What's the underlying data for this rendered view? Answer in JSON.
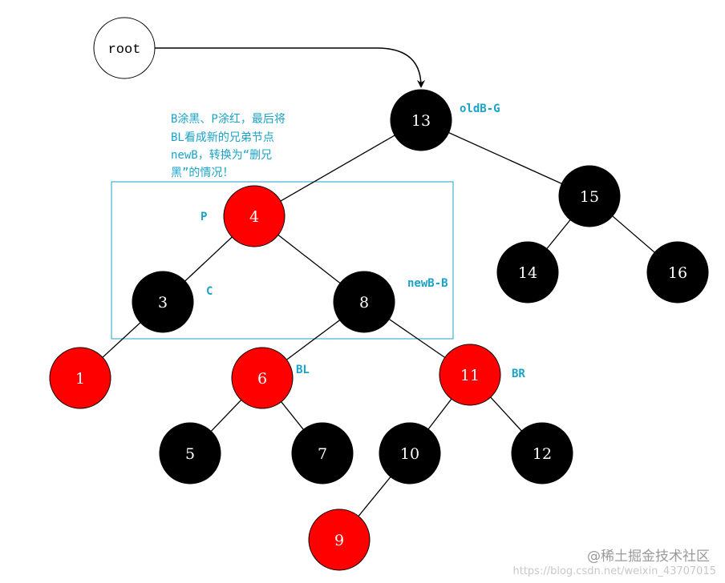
{
  "root_label": "root",
  "colors": {
    "black_node": "#000000",
    "red_node": "#ff0000",
    "annotation": "#1aa3c8",
    "box": "#1aa3c8",
    "edge": "#000000"
  },
  "nodes": [
    {
      "id": "n13",
      "label": "13",
      "color": "black"
    },
    {
      "id": "n4",
      "label": "4",
      "color": "red"
    },
    {
      "id": "n15",
      "label": "15",
      "color": "black"
    },
    {
      "id": "n14",
      "label": "14",
      "color": "black"
    },
    {
      "id": "n16",
      "label": "16",
      "color": "black"
    },
    {
      "id": "n3",
      "label": "3",
      "color": "black"
    },
    {
      "id": "n8",
      "label": "8",
      "color": "black"
    },
    {
      "id": "n1",
      "label": "1",
      "color": "red"
    },
    {
      "id": "n6",
      "label": "6",
      "color": "red"
    },
    {
      "id": "n11",
      "label": "11",
      "color": "red"
    },
    {
      "id": "n5",
      "label": "5",
      "color": "black"
    },
    {
      "id": "n7",
      "label": "7",
      "color": "black"
    },
    {
      "id": "n10",
      "label": "10",
      "color": "black"
    },
    {
      "id": "n12",
      "label": "12",
      "color": "black"
    },
    {
      "id": "n9",
      "label": "9",
      "color": "red"
    }
  ],
  "edges": [
    [
      "n13",
      "n4"
    ],
    [
      "n13",
      "n15"
    ],
    [
      "n15",
      "n14"
    ],
    [
      "n15",
      "n16"
    ],
    [
      "n4",
      "n3"
    ],
    [
      "n4",
      "n8"
    ],
    [
      "n3",
      "n1"
    ],
    [
      "n8",
      "n6"
    ],
    [
      "n8",
      "n11"
    ],
    [
      "n6",
      "n5"
    ],
    [
      "n6",
      "n7"
    ],
    [
      "n11",
      "n10"
    ],
    [
      "n11",
      "n12"
    ],
    [
      "n10",
      "n9"
    ]
  ],
  "annotations": {
    "oldB": "oldB-G",
    "P": "P",
    "C": "C",
    "newB": "newB-B",
    "BL": "BL",
    "BR": "BR"
  },
  "note_lines": [
    "B涂黑、P涂红，最后将",
    "BL看成新的兄弟节点",
    "newB，转换为“删兄",
    "黑”的情况！"
  ],
  "watermark": {
    "brand": "@稀土掘金技术社区",
    "url": "https://blog.csdn.net/weixin_43707015"
  }
}
